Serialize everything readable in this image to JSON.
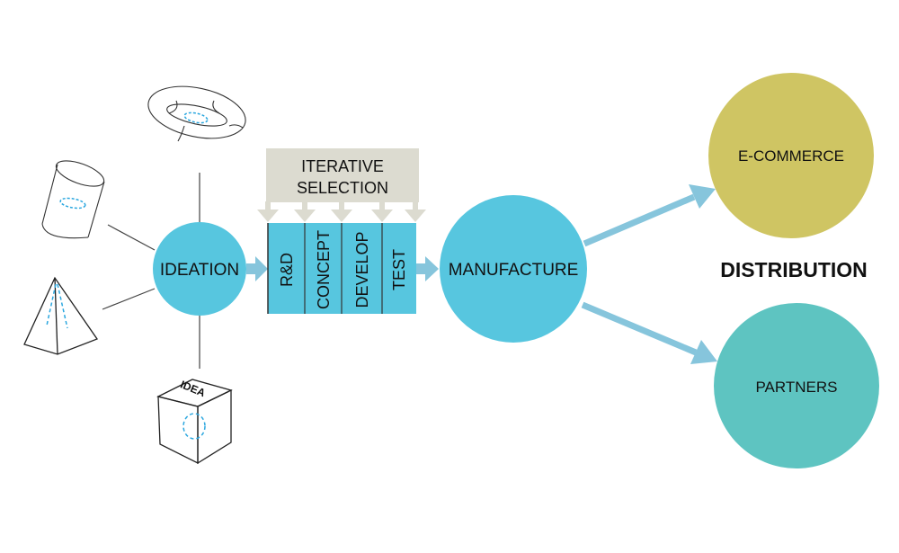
{
  "colors": {
    "blue_node": "#57c6df",
    "arrow": "#86c5dc",
    "iterative_box": "#dcdbd0",
    "ecommerce": "#cfc563",
    "partners": "#5ec4c1",
    "outline": "#222222",
    "dash": "#2ba7df"
  },
  "ideation": {
    "label": "IDEATION"
  },
  "iterative": {
    "line1": "ITERATIVE",
    "line2": "SELECTION"
  },
  "stages": [
    {
      "label": "R&D"
    },
    {
      "label": "CONCEPT"
    },
    {
      "label": "DEVELOP"
    },
    {
      "label": "TEST"
    }
  ],
  "manufacture": {
    "label": "MANUFACTURE"
  },
  "distribution": {
    "label": "DISTRIBUTION",
    "channels": [
      {
        "label": "E-COMMERCE"
      },
      {
        "label": "PARTNERS"
      }
    ]
  },
  "idea_shapes": [
    {
      "name": "torus"
    },
    {
      "name": "cylinder"
    },
    {
      "name": "pyramid"
    },
    {
      "name": "cube",
      "label": "IDEA"
    }
  ]
}
